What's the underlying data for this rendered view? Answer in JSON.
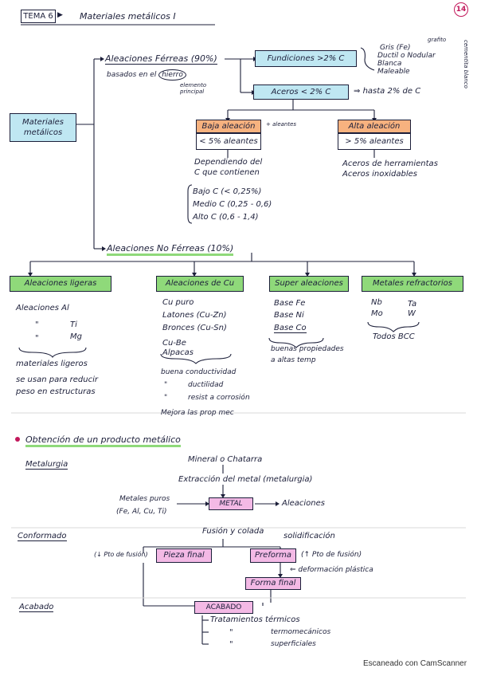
{
  "header": {
    "tema": "TEMA 6",
    "title": "Materiales metálicos I",
    "page_number": "14"
  },
  "root": {
    "label_line1": "Materiales",
    "label_line2": "metálicos"
  },
  "ferreas": {
    "title": "Aleaciones Férreas (90%)",
    "note": "basados en el",
    "note_circled": "hierro",
    "note_element_line1": "elemento",
    "note_element_line2": "principal",
    "fundiciones": "Fundiciones >2% C",
    "fund_types": [
      "Gris (Fe)",
      "Ductil o Nodular",
      "Blanca",
      "Maleable"
    ],
    "grafito": "grafito",
    "rotated_note": "cementita blanco",
    "aceros": "Aceros < 2% C",
    "aceros_note": "hasta 2% de C",
    "baja": "Baja aleación",
    "baja_sub": "< 5% aleantes",
    "aleantes_note": "aleantes",
    "alta": "Alta aleación",
    "alta_sub": "> 5% aleantes",
    "depend_line1": "Dependiendo del",
    "depend_line2": "C que contienen",
    "carbon": [
      "Bajo C (< 0,25%)",
      "Medio C (0,25 - 0,6)",
      "Alto C (0,6 - 1,4)"
    ],
    "alta_notes": [
      "Aceros de herramientas",
      "Aceros inoxidables"
    ]
  },
  "no_ferreas": {
    "title": "Aleaciones No Férreas (10%)",
    "categories": [
      "Aleaciones ligeras",
      "Aleaciones de Cu",
      "Super aleaciones",
      "Metales refractorios"
    ],
    "ligeras_items": [
      "Aleaciones Al",
      "Ti",
      "Mg"
    ],
    "ditto": "\"",
    "ligeras_label": "materiales ligeros",
    "ligeras_use": [
      "se usan para reducir",
      "peso en estructuras"
    ],
    "cu_items": [
      "Cu puro",
      "Latones (Cu-Zn)",
      "Bronces (Cu-Sn)",
      "Cu-Be",
      "Alpacas"
    ],
    "cu_props": [
      "buena conductividad",
      "ductilidad",
      "resist a corrosión",
      "Mejora las prop mec"
    ],
    "super_items": [
      "Base Fe",
      "Base Ni",
      "Base Co"
    ],
    "super_props": [
      "buenas propiedades",
      "a altas temp"
    ],
    "refr_items": [
      "Nb",
      "Ta",
      "Mo",
      "W"
    ],
    "refr_note": "Todos BCC"
  },
  "obtencion": {
    "title": "Obtención de un producto metálico",
    "metalurgia": "Metalurgia",
    "mineral": "Mineral o Chatarra",
    "extraccion": "Extracción del metal (metalurgia)",
    "puros_line1": "Metales puros",
    "puros_line2": "(Fe, Al, Cu, Ti)",
    "metal": "METAL",
    "aleaciones": "Aleaciones",
    "conformado": "Conformado",
    "fusion": "Fusión y colada",
    "solidificacion": "solidificación",
    "pto_fusion_down": "(↓ Pto de fusión)",
    "pieza": "Pieza final",
    "preforma": "Preforma",
    "pto_fusion_up": "(↑ Pto de fusión)",
    "deformacion": "deformación plástica",
    "forma": "Forma final",
    "acabado_label": "Acabado",
    "acabado": "ACABADO",
    "tratamientos": [
      "Tratamientos térmicos",
      "termomecánicos",
      "superficiales"
    ]
  },
  "footer": "Escaneado con CamScanner",
  "colors": {
    "blue": "#bfe7f2",
    "orange": "#f7b27f",
    "pink": "#f3b9e5",
    "green": "#8fd97a",
    "ink": "#1c1f3a",
    "accent": "#c2185b"
  }
}
